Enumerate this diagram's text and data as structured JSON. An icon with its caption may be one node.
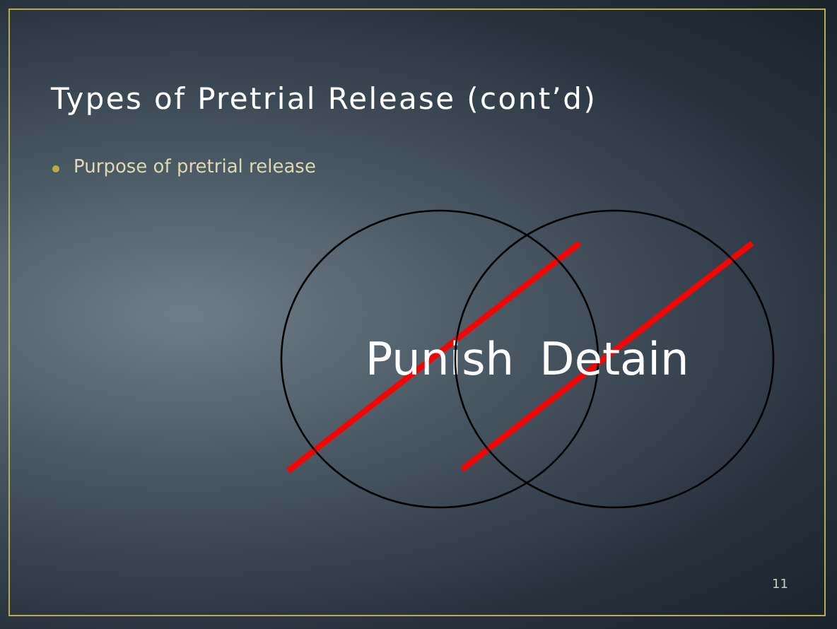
{
  "diagram": {
    "title": "Types of Pretrial Release (cont’d)",
    "nodes": [
      {
        "text": [
          "Punish"
        ]
      },
      {
        "text": [
          "Detain"
        ]
      }
    ],
    "labels": [
      "Purpose of pretrial release",
      "11"
    ]
  }
}
